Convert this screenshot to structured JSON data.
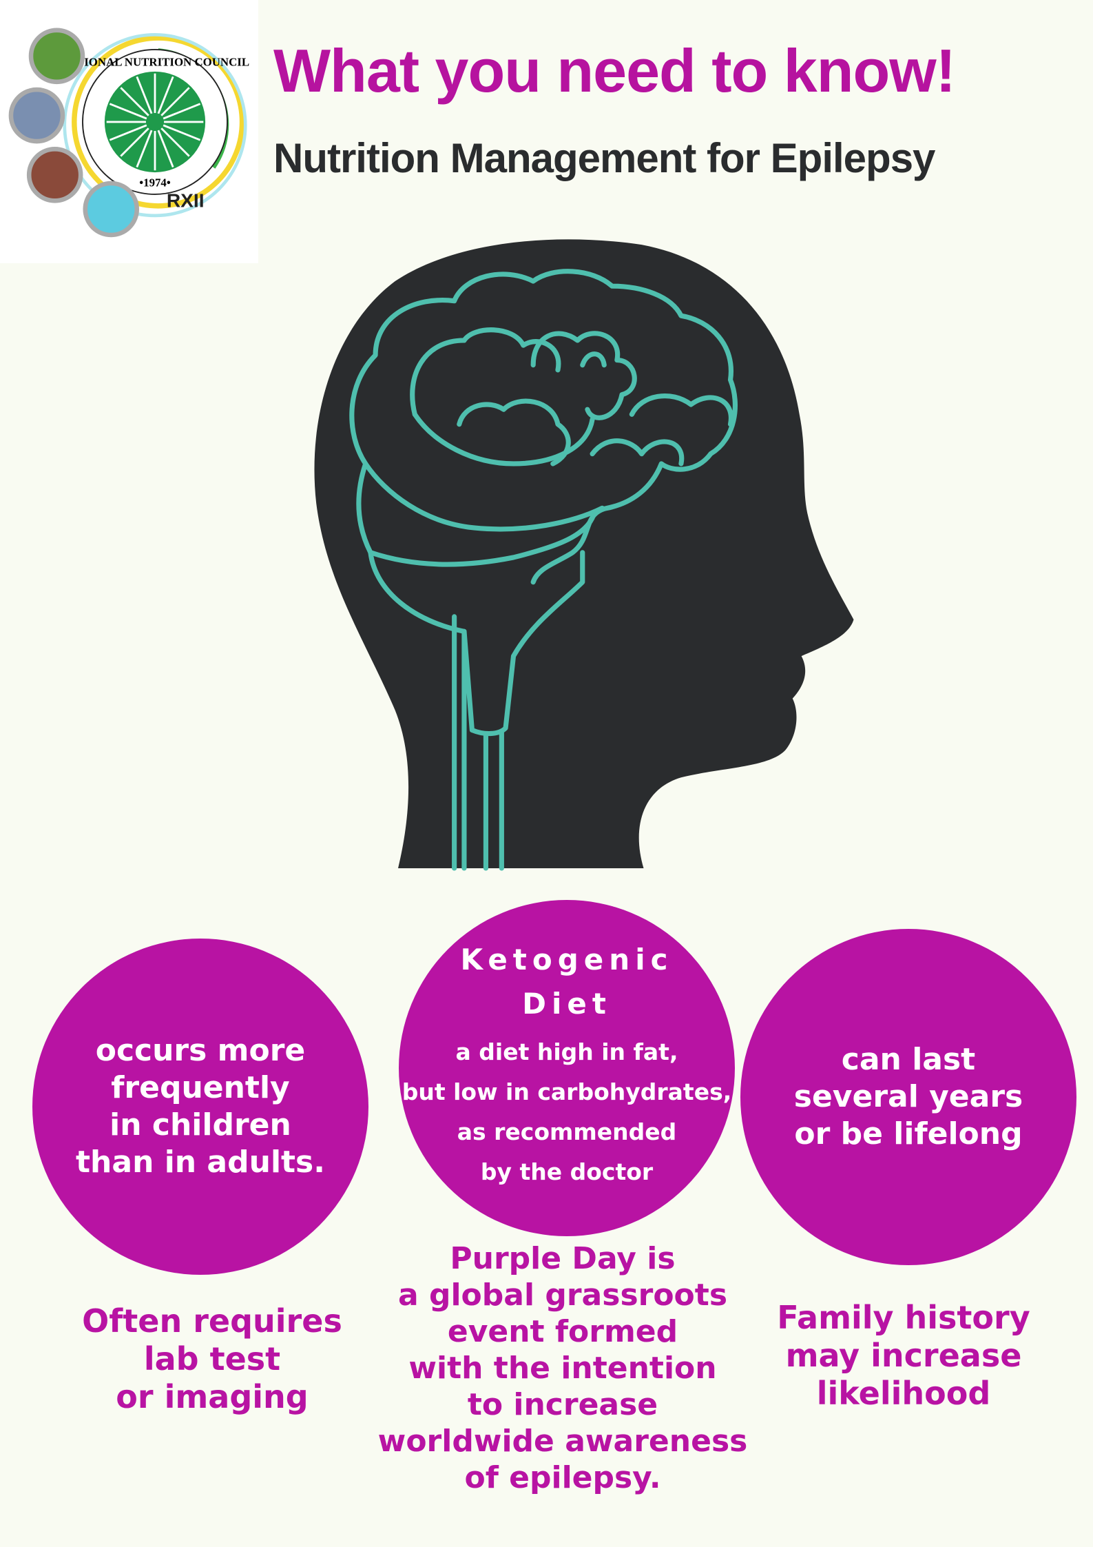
{
  "logo": {
    "org_name": "NATIONAL NUTRITION COUNCIL",
    "year": "•1974•",
    "region": "RXII"
  },
  "header": {
    "title": "What you need to know!",
    "subtitle": "Nutrition Management for Epilepsy"
  },
  "colors": {
    "accent": "#b813a3",
    "head": "#2a2c2e",
    "brain": "#4fbfae",
    "background": "#f9fbf2"
  },
  "circles": [
    {
      "lines": [
        "occurs more",
        "frequently",
        "in children",
        "than in adults."
      ]
    },
    {
      "heading": [
        "Ketogenic",
        "Diet"
      ],
      "lines": [
        "a diet high in fat,",
        "but low in carbohydrates,",
        "as recommended",
        "by the doctor"
      ]
    },
    {
      "lines": [
        "can last",
        "several years",
        "or be lifelong"
      ]
    }
  ],
  "notes": [
    {
      "lines": [
        "Often requires",
        "lab test",
        "or imaging"
      ]
    },
    {
      "lines": [
        "Purple Day is",
        "a global grassroots",
        "event formed",
        "with the intention",
        "to increase",
        "worldwide awareness",
        "of epilepsy."
      ]
    },
    {
      "lines": [
        "Family history",
        "may increase",
        "likelihood"
      ]
    }
  ]
}
